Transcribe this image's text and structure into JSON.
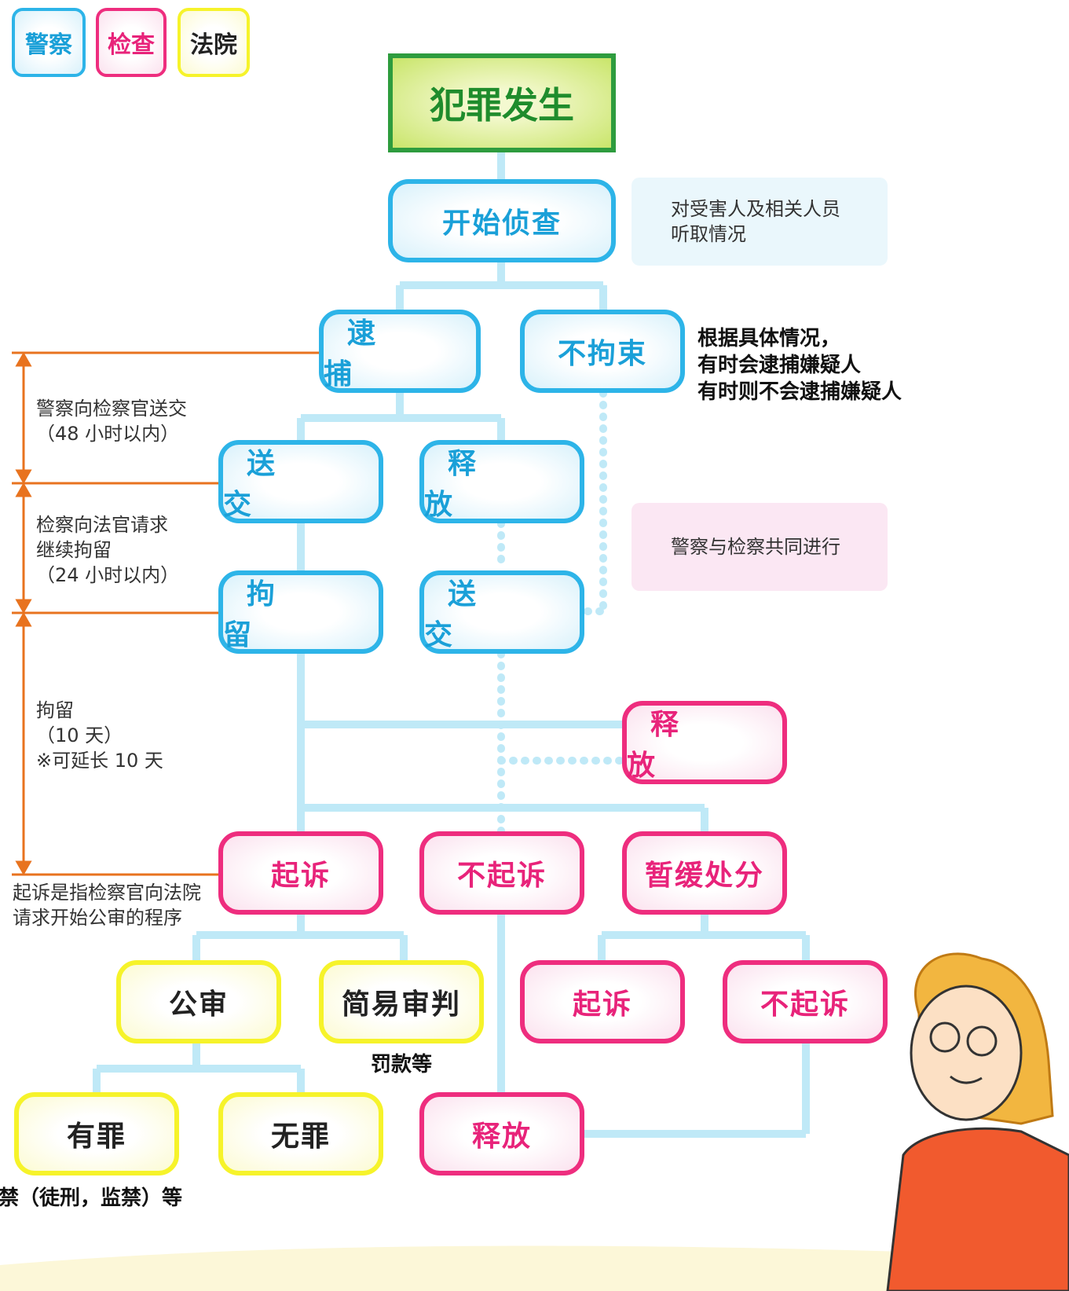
{
  "legend": {
    "police": "警察",
    "prosecutor": "检查",
    "court": "法院"
  },
  "nodes": {
    "crime": "犯罪发生",
    "investigation": "开始侦查",
    "arrest": "逮 捕",
    "no_detention": "不拘束",
    "refer1": "送 交",
    "release1": "释 放",
    "detention": "拘 留",
    "refer2": "送 交",
    "release_prosecutor": "释 放",
    "indict": "起诉",
    "no_indict": "不起诉",
    "suspend": "暂缓处分",
    "public_trial": "公审",
    "summary_trial": "简易审判",
    "indict2": "起诉",
    "no_indict2": "不起诉",
    "guilty": "有罪",
    "innocent": "无罪",
    "release_final": "释放"
  },
  "notes": {
    "hearing": [
      "对受害人及相关人员",
      "听取情况"
    ],
    "arrest_note": [
      "根据具体情况，",
      "有时会逮捕嫌疑人",
      "有时则不会逮捕嫌疑人"
    ],
    "joint": "警察与检察共同进行",
    "fine": "罚款等",
    "guilty_note": "拘禁（徒刑，监禁）等",
    "indict_note": [
      "起诉是指检察官向法院",
      "请求开始公审的程序"
    ]
  },
  "timeline": {
    "t1": [
      "警察向检察官送交",
      "（48 小时以内）"
    ],
    "t2": [
      "检察向法官请求",
      "继续拘留",
      "（24 小时以内）"
    ],
    "t3": [
      "拘留",
      "（10 天）",
      "※可延长 10 天"
    ]
  },
  "colors": {
    "police": "#2db4e8",
    "prosecutor": "#ee2d7e",
    "court": "#f6f32a",
    "crime_border": "#2e9c3e",
    "connector": "#bfe9f7",
    "timeline": "#e8731f"
  }
}
